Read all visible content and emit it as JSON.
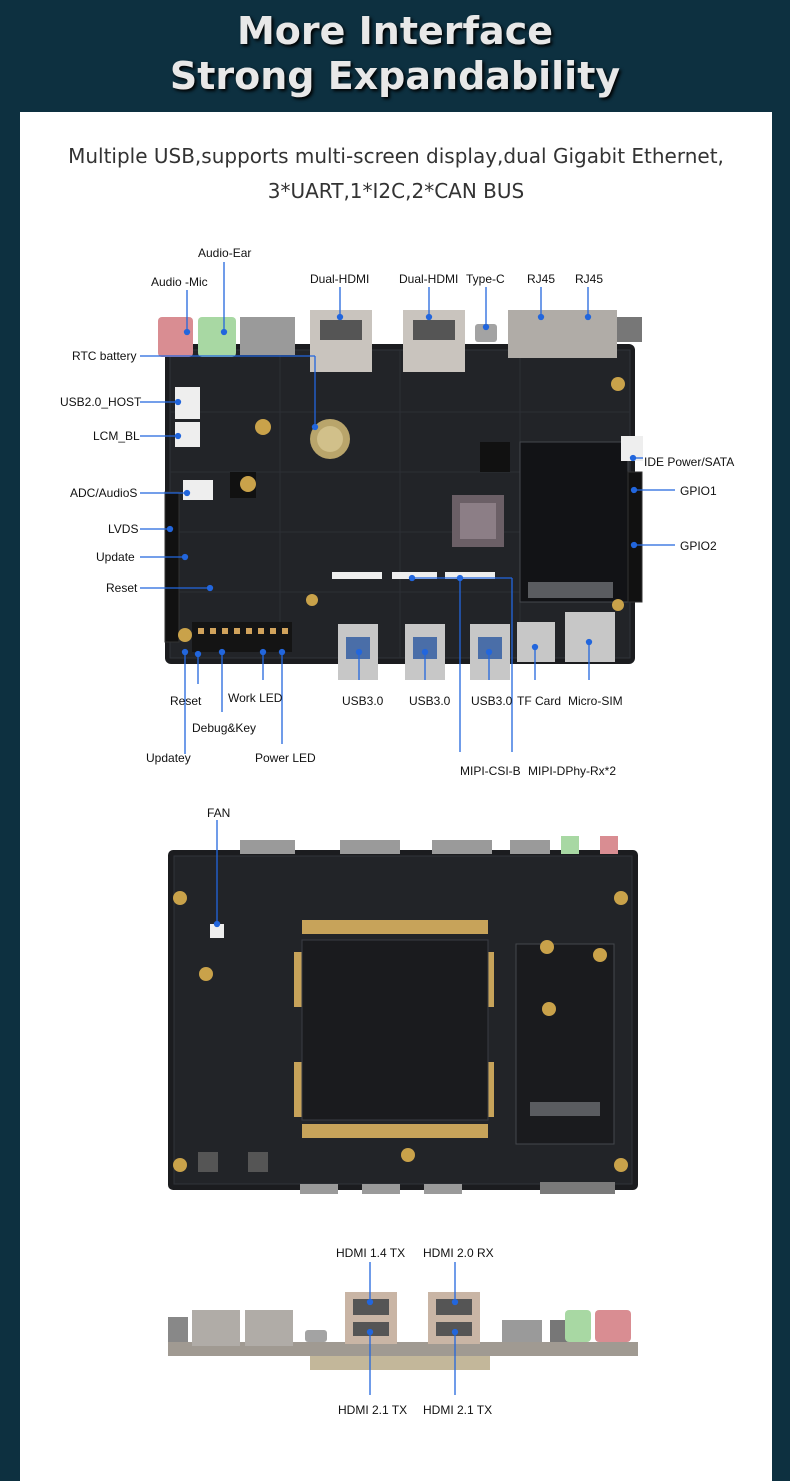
{
  "header": {
    "title_line1": "More Interface",
    "title_line2": "Strong Expandability"
  },
  "subtitle": {
    "line1": "Multiple USB,supports multi-screen display,dual Gigabit Ethernet,",
    "line2": "3*UART,1*I2C,2*CAN BUS"
  },
  "top_labels": {
    "audio_ear": "Audio-Ear",
    "audio_mic": "Audio -Mic",
    "dual_hdmi_1": "Dual-HDMI",
    "dual_hdmi_2": "Dual-HDMI",
    "type_c": "Type-C",
    "rj45_1": "RJ45",
    "rj45_2": "RJ45",
    "rtc_battery": "RTC battery",
    "usb2_host": "USB2.0_HOST",
    "lcm_bl": "LCM_BL",
    "adc_audios": "ADC/AudioS",
    "lvds": "LVDS",
    "update": "Update",
    "reset_left": "Reset",
    "ide_power_sata": "IDE Power/SATA",
    "gpio1": "GPIO1",
    "gpio2": "GPIO2",
    "reset_bottom": "Reset",
    "work_led": "Work LED",
    "debug_key": "Debug&Key",
    "updatey": "Updatey",
    "power_led": "Power LED",
    "usb3_1": "USB3.0",
    "usb3_2": "USB3.0",
    "usb3_3": "USB3.0",
    "tf_card": "TF Card",
    "micro_sim": "Micro-SIM",
    "mipi_csi_b": "MIPI-CSI-B",
    "mipi_dphy": "MIPI-DPhy-Rx*2"
  },
  "mid_labels": {
    "fan": "FAN"
  },
  "side_labels": {
    "hdmi14_tx": "HDMI 1.4 TX",
    "hdmi20_rx": "HDMI 2.0 RX",
    "hdmi21_tx_1": "HDMI 2.1 TX",
    "hdmi21_tx_2": "HDMI 2.1 TX"
  },
  "colors": {
    "background": "#0d3040",
    "panel": "#ffffff",
    "pcb": "#1b1c1f",
    "leader_line": "#2266dd"
  }
}
